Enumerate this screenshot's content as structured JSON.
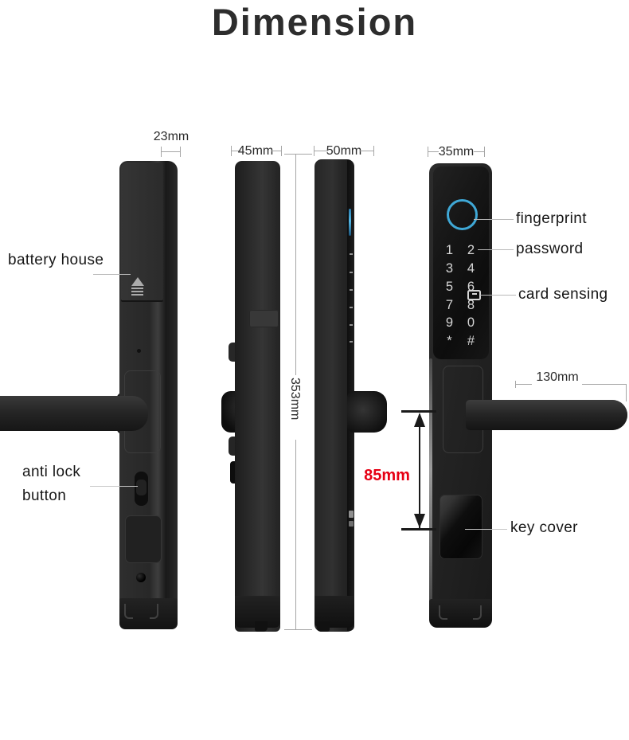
{
  "title": "Dimension",
  "measurements": {
    "back_thickness": "23mm",
    "back_side_width": "45mm",
    "front_side_width": "50mm",
    "front_width": "35mm",
    "body_height": "353mm",
    "handle_length": "130mm",
    "handle_to_keycover": "85mm"
  },
  "annotations": {
    "battery_house": "battery house",
    "anti_lock_line1": "anti lock",
    "anti_lock_line2": "button",
    "fingerprint": "fingerprint",
    "password": "password",
    "card_sensing": "card sensing",
    "key_cover": "key cover"
  },
  "keypad": {
    "rows": [
      [
        "1",
        "2"
      ],
      [
        "3",
        "4"
      ],
      [
        "5",
        "6"
      ],
      [
        "7",
        "8"
      ],
      [
        "9",
        "0"
      ],
      [
        "*",
        "#"
      ]
    ]
  },
  "icons": {
    "battery_cover": "slide-up-arrow-icon",
    "card_reader": "rfid-card-icon",
    "fingerprint_sensor": "fingerprint-ring-icon"
  },
  "colors": {
    "red_accent": "#e60014",
    "fingerprint_ring": "#3fa8d6",
    "dimension_line": "#a6a6a6",
    "lock_body": "#262626"
  }
}
